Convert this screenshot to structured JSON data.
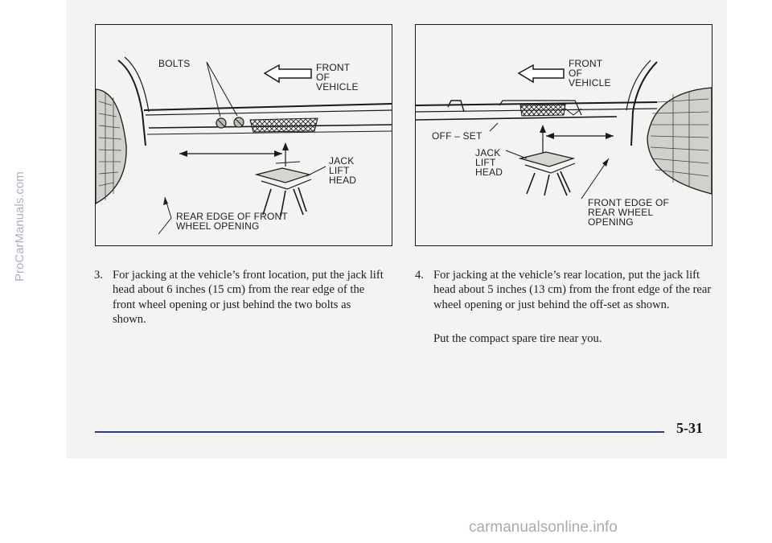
{
  "figures": {
    "left": {
      "bolts": "BOLTS",
      "front_of_vehicle": [
        "FRONT",
        "OF",
        "VEHICLE"
      ],
      "jack_lift_head": [
        "JACK",
        "LIFT",
        "HEAD"
      ],
      "wheel_opening": [
        "REAR EDGE OF FRONT",
        "WHEEL OPENING"
      ]
    },
    "right": {
      "front_of_vehicle": [
        "FRONT",
        "OF",
        "VEHICLE"
      ],
      "off_set": "OFF – SET",
      "jack_lift_head": [
        "JACK",
        "LIFT",
        "HEAD"
      ],
      "wheel_opening": [
        "FRONT EDGE OF",
        "REAR WHEEL",
        "OPENING"
      ]
    }
  },
  "steps": [
    {
      "number": "3.",
      "paragraphs": [
        "For jacking at the vehicle’s front location, put the jack lift head about 6 inches (15 cm) from the rear edge of the front wheel opening or just behind the two bolts as shown."
      ]
    },
    {
      "number": "4.",
      "paragraphs": [
        "For jacking at the vehicle’s rear location, put the jack lift head about 5 inches (13 cm) from the front edge of the rear wheel opening or just behind the off-set as shown.",
        "Put the compact spare tire near you."
      ]
    }
  ],
  "page_number": "5-31",
  "watermarks": {
    "side": "ProCarManuals.com",
    "footer": "carmanualsonline.info"
  },
  "colors": {
    "rule": "#2a3a8c",
    "page": "#f3f3f1"
  }
}
